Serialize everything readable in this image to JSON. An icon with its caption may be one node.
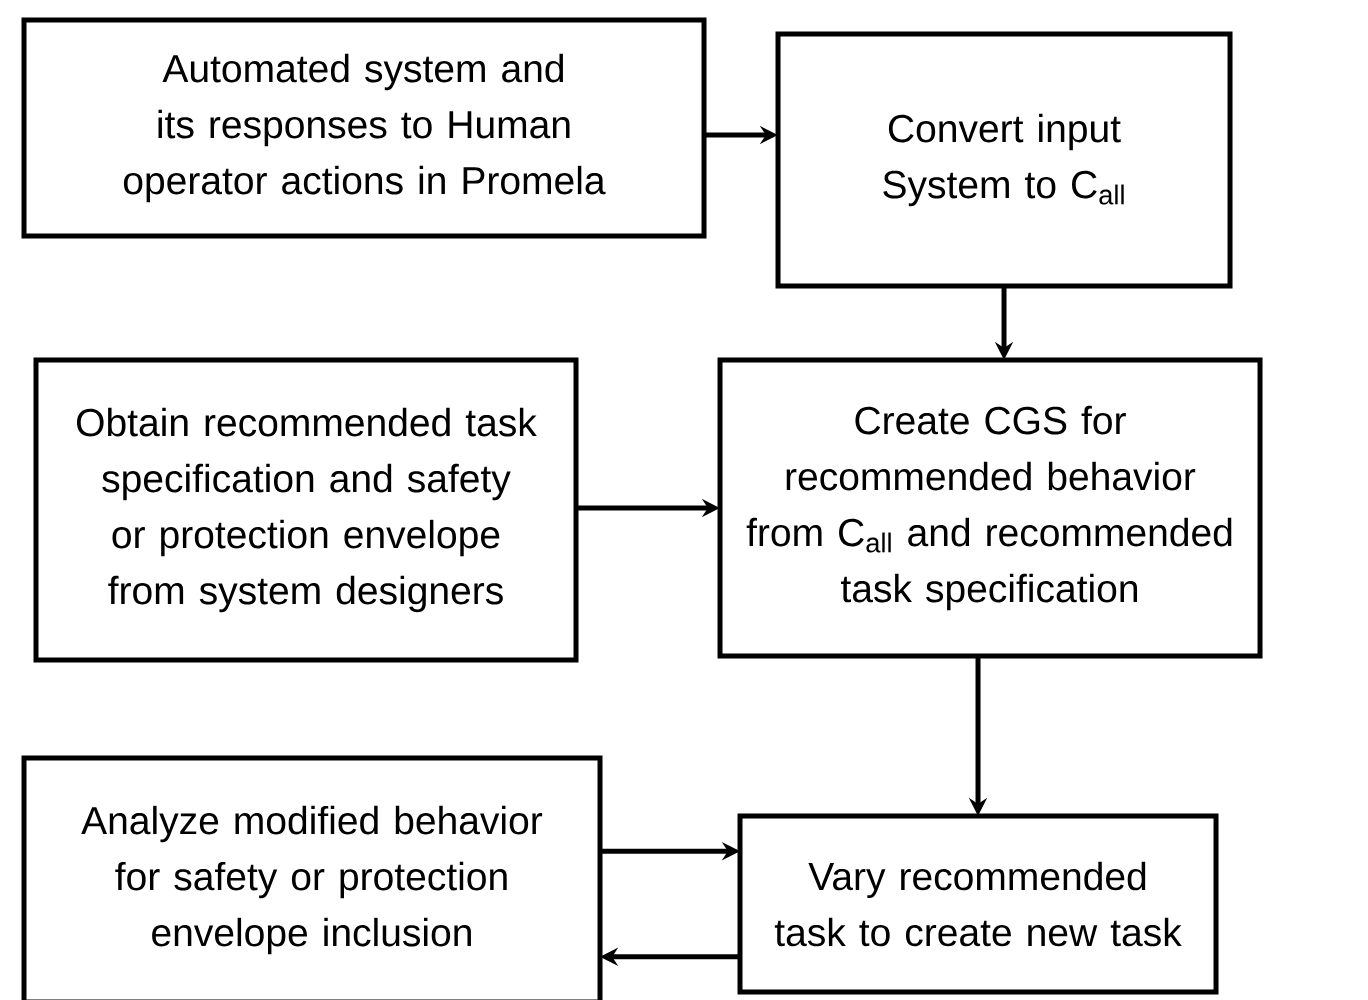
{
  "diagram": {
    "nodes": [
      {
        "text": [
          "Automated system and its responses to Human operator actions in Promela"
        ]
      },
      {
        "text": [
          "Convert input System to C$_{all}$"
        ]
      },
      {
        "text": [
          "Obtain recommended task specification and safety or protection envelope from system designers"
        ]
      },
      {
        "text": [
          "Create CGS for recommended behavior from C$_{all}$ and recommended task specification"
        ]
      },
      {
        "text": [
          "Analyze modified behavior for safety or protection envelope inclusion"
        ]
      },
      {
        "text": [
          "Vary recommended task to create new task"
        ]
      }
    ],
    "edges": [
      {
        "from": 0,
        "to": 1,
        "arrow": "to"
      },
      {
        "from": 1,
        "to": 3,
        "arrow": "to"
      },
      {
        "from": 2,
        "to": 3,
        "arrow": "to"
      },
      {
        "from": 3,
        "to": 5,
        "arrow": "to"
      },
      {
        "from": 4,
        "to": 5,
        "arrow": "to"
      },
      {
        "from": 5,
        "to": 4,
        "arrow": "to"
      }
    ]
  }
}
